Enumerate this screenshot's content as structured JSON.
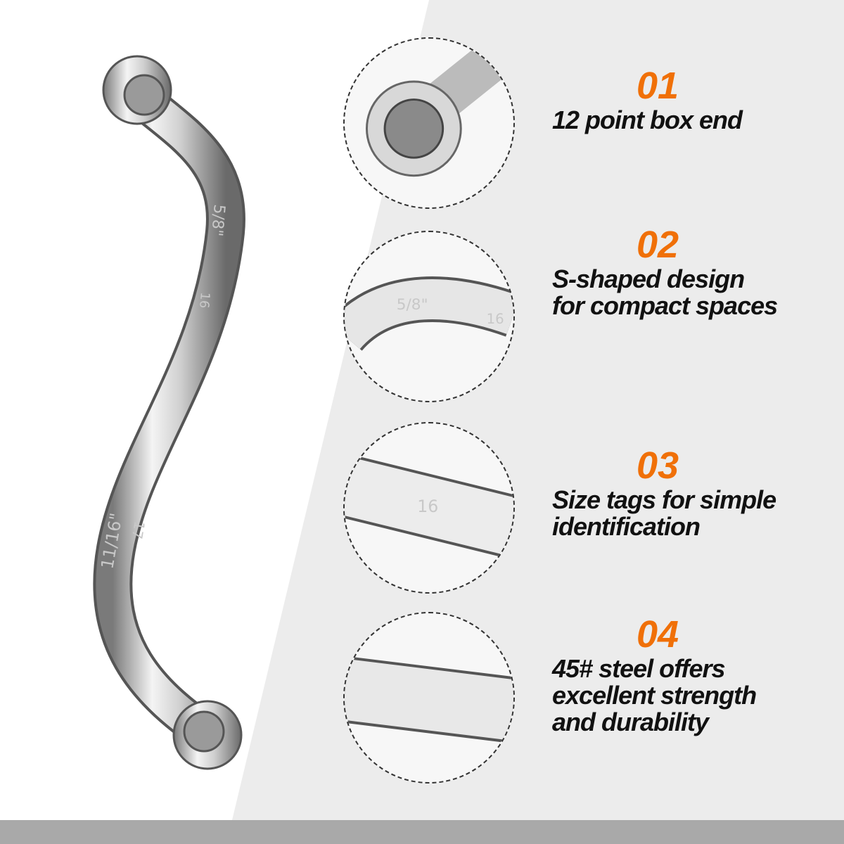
{
  "wrench": {
    "engravings": [
      "5/8\"",
      "16",
      "17",
      "11/16\""
    ]
  },
  "colors": {
    "accent": "#f07008",
    "text": "#111111",
    "panel": "#ececec"
  },
  "features": [
    {
      "number": "01",
      "lines": [
        "12 point box end"
      ]
    },
    {
      "number": "02",
      "lines": [
        "S-shaped design",
        "for compact spaces"
      ]
    },
    {
      "number": "03",
      "lines": [
        "Size tags for simple",
        "identification"
      ]
    },
    {
      "number": "04",
      "lines": [
        "45# steel offers",
        "excellent strength",
        "and durability"
      ]
    }
  ],
  "details": {
    "circle2_tags": [
      "5/8\"",
      "16"
    ],
    "circle3_tag": "16"
  }
}
